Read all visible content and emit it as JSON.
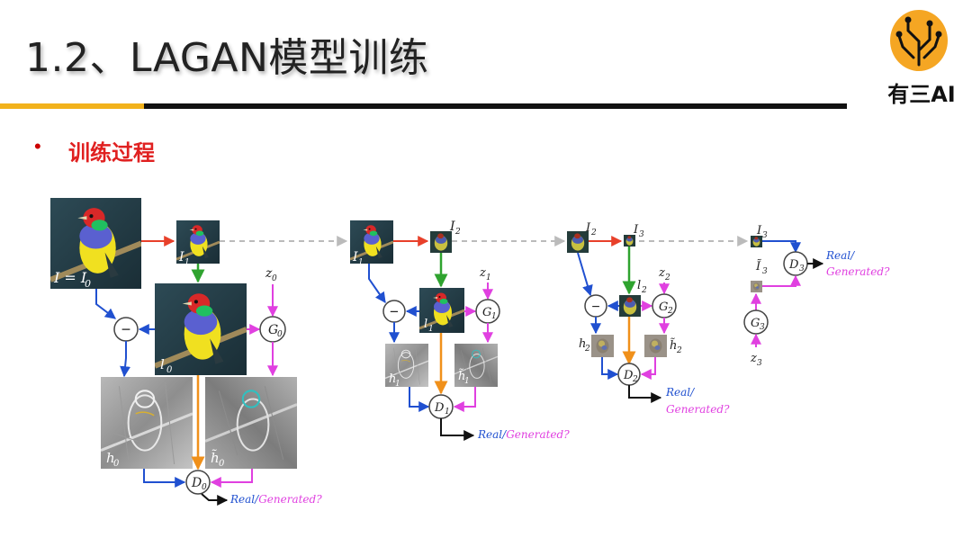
{
  "header": {
    "title": "1.2、LAGAN模型训练",
    "logo_text": "有三AI",
    "colors": {
      "accent_yellow": "#f2b21c",
      "bar_black": "#111111",
      "logo_orange": "#f5a623"
    }
  },
  "section": {
    "bullet": "•",
    "heading": "训练过程",
    "heading_color": "#e02020"
  },
  "diagram": {
    "labels": {
      "I_eq_I0": "I = I",
      "I0_sub": "0",
      "I1": "I",
      "I2": "I",
      "I3": "I",
      "l0": "l",
      "l1": "l",
      "l2": "l",
      "h0": "h",
      "h1": "h",
      "h2": "h",
      "h0_tilde": "h̃",
      "h1_tilde": "h̃",
      "h2_tilde": "h̃",
      "I3_tilde": "Ĩ",
      "z0": "z",
      "z1": "z",
      "z2": "z",
      "z3": "z",
      "G0": "G",
      "G1": "G",
      "G2": "G",
      "G3": "G",
      "D0": "D",
      "D1": "D",
      "D2": "D",
      "D3": "D",
      "minus": "−",
      "real": "Real",
      "slash": "/",
      "generated": "Generated?",
      "sub0": "0",
      "sub1": "1",
      "sub2": "2",
      "sub3": "3"
    },
    "arrow_colors": {
      "downsample": "#e8402a",
      "upsample": "#2fa32f",
      "subtract": "#2050d0",
      "generator": "#e040e0",
      "lowpass": "#f0901a",
      "output": "#111111",
      "dashed": "#bbbbbb"
    }
  }
}
